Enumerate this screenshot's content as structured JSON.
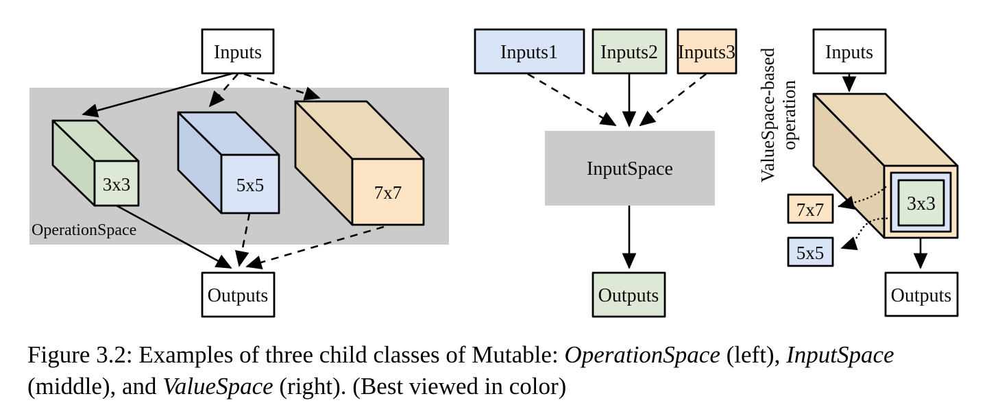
{
  "figure": {
    "left": {
      "inputs_label": "Inputs",
      "outputs_label": "Outputs",
      "space_label": "OperationSpace",
      "kernels": [
        "3x3",
        "5x5",
        "7x7"
      ]
    },
    "middle": {
      "inputs": [
        "Inputs1",
        "Inputs2",
        "Inputs3"
      ],
      "space_label": "InputSpace",
      "outputs_label": "Outputs"
    },
    "right": {
      "rotated_label": [
        "ValueSpace-based",
        "operation"
      ],
      "inputs_label": "Inputs",
      "outputs_label": "Outputs",
      "kernel_3": "3x3",
      "kernel_5": "5x5",
      "kernel_7": "7x7"
    }
  },
  "caption": {
    "seg1": "Figure 3.2: Examples of three child classes of Mutable: ",
    "seg2_italic": "OperationSpace",
    "seg3": " (left), ",
    "seg4_italic": "InputSpace",
    "seg5": "(middle), and ",
    "seg6_italic": "ValueSpace",
    "seg7": " (right). (Best viewed in color)"
  },
  "colors": {
    "white": "#ffffff",
    "gray_fill": "#cbcbcb",
    "blue_fill": "#d9e4f6",
    "blue_top": "#c6d4eb",
    "blue_side": "#bfcee7",
    "green_fill": "#dde9d6",
    "green_top": "#d1dfc8",
    "green_side": "#c9d9c0",
    "orange_fill": "#fce4c4",
    "orange_top": "#ebd9ba",
    "orange_side": "#e2cfae",
    "line": "#000000"
  }
}
